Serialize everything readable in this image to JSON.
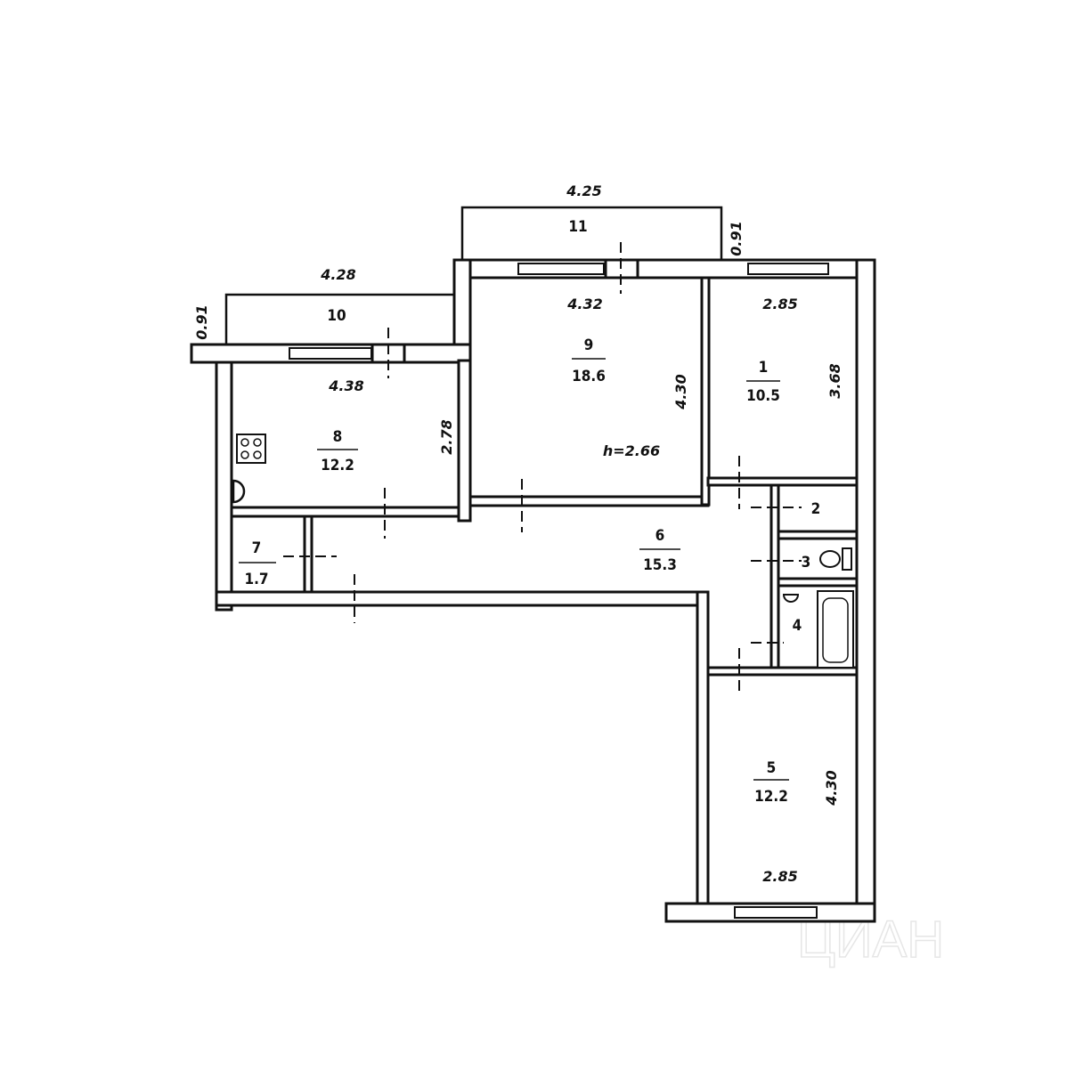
{
  "plan": {
    "ceiling_height": "h=2.66",
    "rooms": [
      {
        "number": "1",
        "area": "10.5"
      },
      {
        "number": "2"
      },
      {
        "number": "3"
      },
      {
        "number": "4"
      },
      {
        "number": "5",
        "area": "12.2"
      },
      {
        "number": "6",
        "area": "15.3"
      },
      {
        "number": "7",
        "area": "1.7"
      },
      {
        "number": "8",
        "area": "12.2"
      },
      {
        "number": "9",
        "area": "18.6"
      },
      {
        "number": "10"
      },
      {
        "number": "11"
      }
    ],
    "dimensions": {
      "balcony11_width": "4.25",
      "balcony11_depth": "0.91",
      "balcony10_width": "4.28",
      "balcony10_depth": "0.91",
      "room9_width": "4.32",
      "room9_depth": "4.30",
      "room1_width": "2.85",
      "room1_depth": "3.68",
      "room8_width": "4.38",
      "room8_depth": "2.78",
      "room5_width": "2.85",
      "room5_depth": "4.30"
    }
  },
  "watermark": "ЦИАН"
}
